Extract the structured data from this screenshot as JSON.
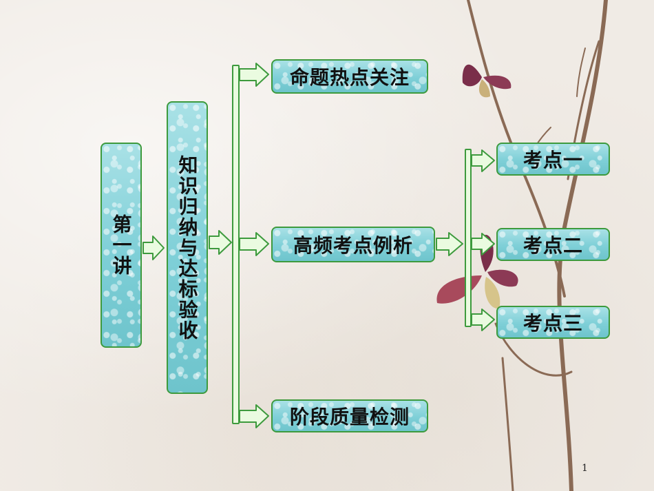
{
  "root": {
    "label": "第一讲"
  },
  "level2": {
    "label": "知识归纳与达标验收"
  },
  "level3": [
    {
      "label": "命题热点关注"
    },
    {
      "label": "高频考点例析"
    },
    {
      "label": "阶段质量检测"
    }
  ],
  "level4": [
    {
      "label": "考点一"
    },
    {
      "label": "考点二"
    },
    {
      "label": "考点三"
    }
  ],
  "page_number": "1",
  "colors": {
    "box_fill": "#7ecfd7",
    "border": "#3d9a3d",
    "arrow_fill": "#eafbe0"
  }
}
